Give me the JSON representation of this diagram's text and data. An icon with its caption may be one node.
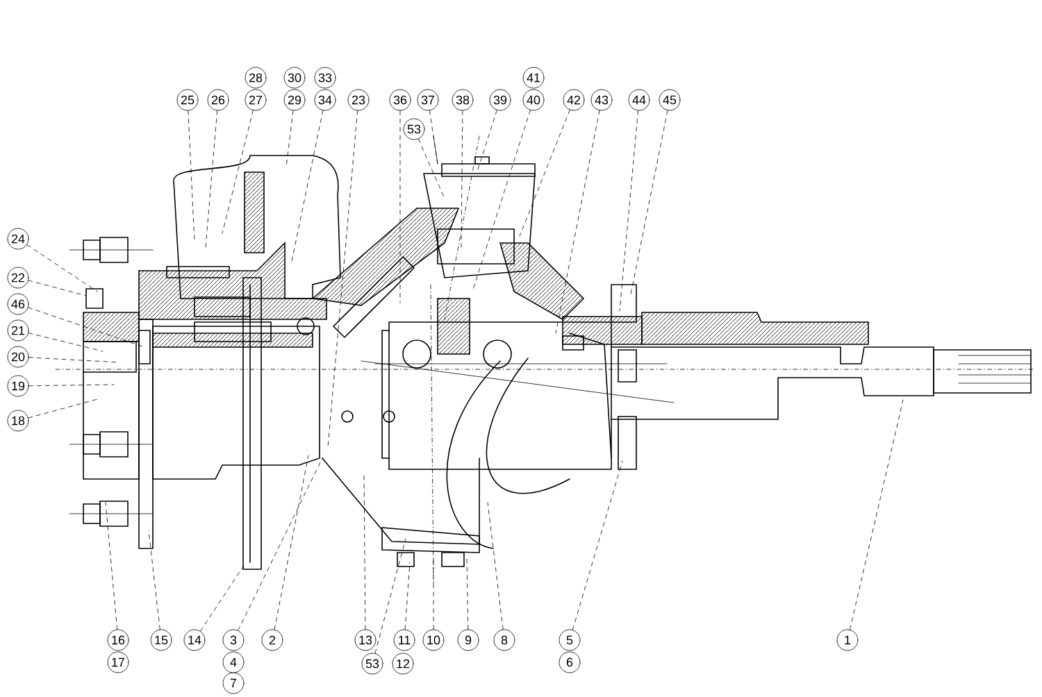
{
  "diagram": {
    "nodes": [
      {
        "text": [
          "28"
        ]
      },
      {
        "text": [
          "30"
        ]
      },
      {
        "text": [
          "33"
        ]
      },
      {
        "text": [
          "41"
        ]
      },
      {
        "text": [
          "25"
        ]
      },
      {
        "text": [
          "26"
        ]
      },
      {
        "text": [
          "27"
        ]
      },
      {
        "text": [
          "29"
        ]
      },
      {
        "text": [
          "34"
        ]
      },
      {
        "text": [
          "23"
        ]
      },
      {
        "text": [
          "36"
        ]
      },
      {
        "text": [
          "37"
        ]
      },
      {
        "text": [
          "38"
        ]
      },
      {
        "text": [
          "39"
        ]
      },
      {
        "text": [
          "40"
        ]
      },
      {
        "text": [
          "42"
        ]
      },
      {
        "text": [
          "43"
        ]
      },
      {
        "text": [
          "44"
        ]
      },
      {
        "text": [
          "45"
        ]
      },
      {
        "text": [
          "53"
        ]
      },
      {
        "text": [
          "24"
        ]
      },
      {
        "text": [
          "22"
        ]
      },
      {
        "text": [
          "46"
        ]
      },
      {
        "text": [
          "21"
        ]
      },
      {
        "text": [
          "20"
        ]
      },
      {
        "text": [
          "19"
        ]
      },
      {
        "text": [
          "18"
        ]
      },
      {
        "text": [
          "16"
        ]
      },
      {
        "text": [
          "15"
        ]
      },
      {
        "text": [
          "14"
        ]
      },
      {
        "text": [
          "3"
        ]
      },
      {
        "text": [
          "2"
        ]
      },
      {
        "text": [
          "13"
        ]
      },
      {
        "text": [
          "11"
        ]
      },
      {
        "text": [
          "10"
        ]
      },
      {
        "text": [
          "9"
        ]
      },
      {
        "text": [
          "8"
        ]
      },
      {
        "text": [
          "5"
        ]
      },
      {
        "text": [
          "1"
        ]
      },
      {
        "text": [
          "17"
        ]
      },
      {
        "text": [
          "4"
        ]
      },
      {
        "text": [
          "53"
        ]
      },
      {
        "text": [
          "12"
        ]
      },
      {
        "text": [
          "6"
        ]
      },
      {
        "text": [
          "7"
        ]
      },
      {
        "text": [],
        "shape": "picture"
      }
    ],
    "edges": [
      {
        "from": 4,
        "to": 45,
        "arrow": "none"
      },
      {
        "from": 5,
        "to": 45,
        "arrow": "none"
      },
      {
        "from": 6,
        "to": 45,
        "arrow": "none"
      },
      {
        "from": 7,
        "to": 45,
        "arrow": "none"
      },
      {
        "from": 8,
        "to": 45,
        "arrow": "none"
      },
      {
        "from": 9,
        "to": 45,
        "arrow": "none"
      },
      {
        "from": 10,
        "to": 45,
        "arrow": "none"
      },
      {
        "from": 11,
        "to": 45,
        "arrow": "none"
      },
      {
        "from": 12,
        "to": 45,
        "arrow": "none"
      },
      {
        "from": 13,
        "to": 45,
        "arrow": "none"
      },
      {
        "from": 14,
        "to": 45,
        "arrow": "none"
      },
      {
        "from": 15,
        "to": 45,
        "arrow": "none"
      },
      {
        "from": 16,
        "to": 45,
        "arrow": "none"
      },
      {
        "from": 17,
        "to": 45,
        "arrow": "none"
      },
      {
        "from": 18,
        "to": 45,
        "arrow": "none"
      },
      {
        "from": 19,
        "to": 45,
        "arrow": "none"
      },
      {
        "from": 20,
        "to": 45,
        "arrow": "none"
      },
      {
        "from": 21,
        "to": 45,
        "arrow": "none"
      },
      {
        "from": 22,
        "to": 45,
        "arrow": "none"
      },
      {
        "from": 23,
        "to": 45,
        "arrow": "none"
      },
      {
        "from": 24,
        "to": 45,
        "arrow": "none"
      },
      {
        "from": 25,
        "to": 45,
        "arrow": "none"
      },
      {
        "from": 26,
        "to": 45,
        "arrow": "none"
      },
      {
        "from": 27,
        "to": 45,
        "arrow": "none"
      },
      {
        "from": 28,
        "to": 45,
        "arrow": "none"
      },
      {
        "from": 29,
        "to": 45,
        "arrow": "none"
      },
      {
        "from": 30,
        "to": 45,
        "arrow": "none"
      },
      {
        "from": 31,
        "to": 45,
        "arrow": "none"
      },
      {
        "from": 32,
        "to": 45,
        "arrow": "none"
      },
      {
        "from": 33,
        "to": 45,
        "arrow": "none"
      },
      {
        "from": 34,
        "to": 45,
        "arrow": "none"
      },
      {
        "from": 35,
        "to": 45,
        "arrow": "none"
      },
      {
        "from": 36,
        "to": 45,
        "arrow": "none"
      },
      {
        "from": 37,
        "to": 45,
        "arrow": "none"
      },
      {
        "from": 38,
        "to": 45,
        "arrow": "none"
      },
      {
        "from": 41,
        "to": 45,
        "arrow": "none"
      }
    ]
  }
}
